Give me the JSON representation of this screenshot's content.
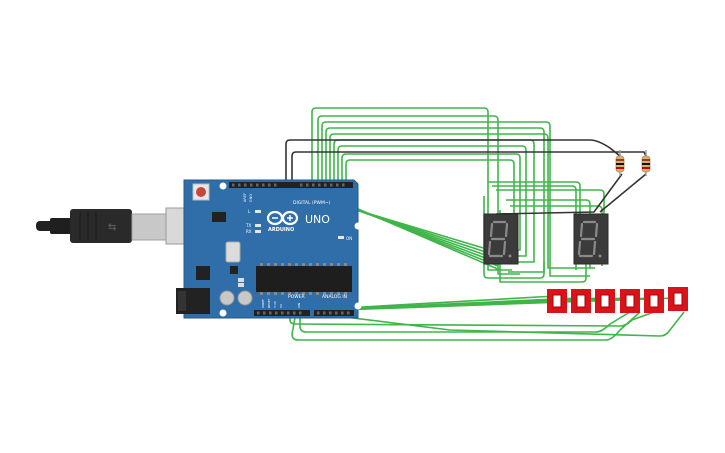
{
  "board": {
    "model": "UNO",
    "brand": "ARDUINO",
    "digital_header": "DIGITAL (PWM~)",
    "power_header": "POWER",
    "analog_header": "ANALOG IN",
    "pin_l": "L",
    "pin_tx": "TX",
    "pin_rx": "RX",
    "pin_on": "ON",
    "pin_aref": "AREF",
    "pin_gnd": "GND",
    "pin_ioref": "IOREF",
    "pin_reset": "RESET",
    "pin_3v3": "3.3V",
    "pin_5v": "5V",
    "pin_vin": "VIN"
  },
  "displays": [
    {
      "id": "display-left",
      "digit": "8."
    },
    {
      "id": "display-right",
      "digit": "8."
    }
  ],
  "buttons_count": 6,
  "colors": {
    "wire_green": "#3fb54a",
    "wire_dark": "#333333",
    "board_blue": "#2f6ea8",
    "button_red": "#d9131c",
    "display_body": "#3b3b3b"
  }
}
